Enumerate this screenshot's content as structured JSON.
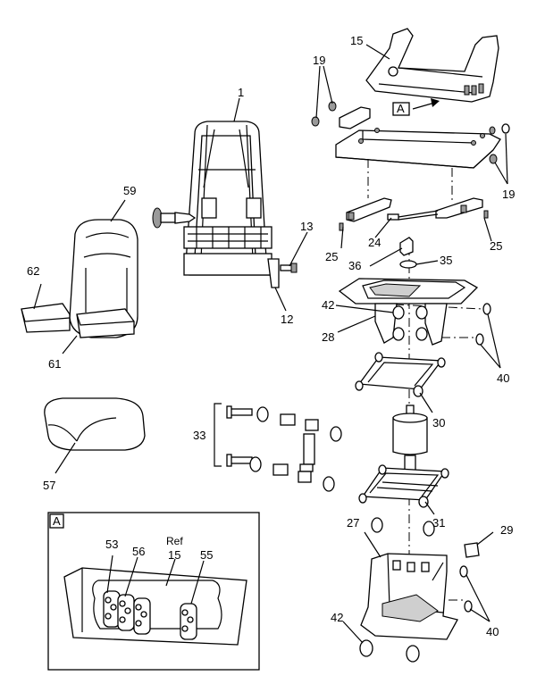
{
  "callouts": {
    "c1": "1",
    "c12": "12",
    "c13": "13",
    "c15": "15",
    "c19a": "19",
    "c19b": "19",
    "c24": "24",
    "c25a": "25",
    "c25b": "25",
    "c27": "27",
    "c28": "28",
    "c29": "29",
    "c30": "30",
    "c31": "31",
    "c33": "33",
    "c35": "35",
    "c36": "36",
    "c40a": "40",
    "c40b": "40",
    "c42a": "42",
    "c42b": "42",
    "c57": "57",
    "c59": "59",
    "c61": "61",
    "c62": "62"
  },
  "view_a": {
    "tag_main": "A",
    "tag_inset": "A",
    "c53": "53",
    "c56": "56",
    "ref": "Ref",
    "c15": "15",
    "c55": "55"
  }
}
